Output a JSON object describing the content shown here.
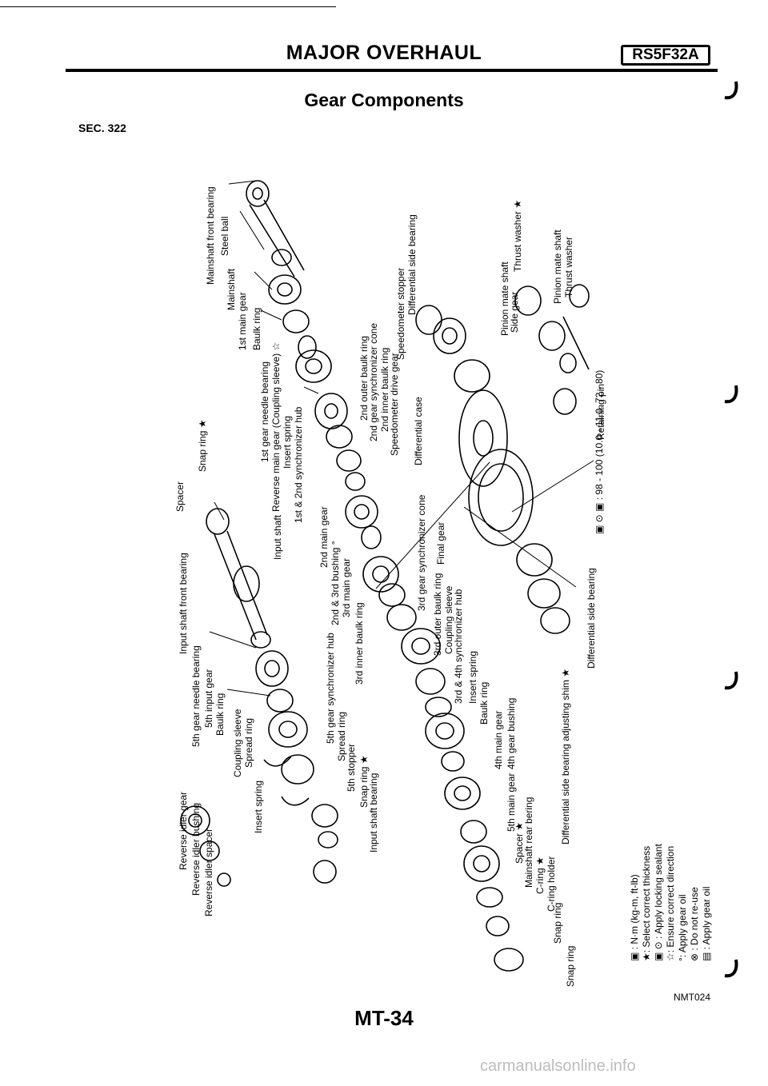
{
  "header": {
    "title": "MAJOR OVERHAUL",
    "model": "RS5F32A",
    "subtitle": "Gear Components",
    "section": "SEC. 322"
  },
  "footer": {
    "page": "MT-34",
    "figure_code": "NMT024",
    "watermark": "carmanualsonline.info"
  },
  "torque_spec": {
    "value": ": 98 - 100",
    "value_alt": "(10.0 - 11.0, 72 - 80)"
  },
  "labels": {
    "mainshaft_front_bearing": "Mainshaft front bearing",
    "steel_ball": "Steel ball",
    "mainshaft": "Mainshaft",
    "first_main_gear": "1st main gear",
    "baulk_ring_1": "Baulk ring",
    "first_gear_needle_bearing": "1st gear needle bearing",
    "reverse_main_gear": "Reverse main gear (Coupling sleeve) ☆",
    "insert_spring_1": "Insert spring",
    "first_second_sync_hub": "1st & 2nd synchronizer hub",
    "snap_ring_top": "Snap ring ★",
    "spacer_top": "Spacer",
    "input_shaft": "Input shaft",
    "second_main_gear": "2nd main gear",
    "second_third_bushing": "2nd & 3rd bushing °",
    "third_main_gear": "3rd main gear",
    "third_inner_baulk_ring": "3rd inner baulk ring",
    "second_outer_baulk_ring": "2nd outer baulk ring",
    "second_gear_sync_cone": "2nd gear synchronizer cone",
    "second_inner_baulk_ring": "2nd inner baulk ring",
    "speedometer_drive_gear": "Speedometer drive gear",
    "speedometer_stopper": "Speedometer stopper",
    "differential_side_bearing_top": "Differential side bearing",
    "differential_case": "Differential case",
    "thrust_washer_1": "Thrust washer ★",
    "pinion_mate_shaft_1": "Pinion mate shaft",
    "side_gear": "Side gear",
    "pinion_mate_shaft_2": "Pinion mate shaft",
    "thrust_washer_2": "Thrust washer",
    "retaining_pin": "Retaining pin",
    "input_shaft_front_bearing": "Input shaft front bearing",
    "fifth_gear_needle_bearing": "5th gear needle bearing",
    "fifth_input_gear": "5th input gear",
    "baulk_ring_2": "Baulk ring",
    "coupling_sleeve_1": "Coupling sleeve",
    "spread_ring_1": "Spread ring",
    "insert_spring_2": "Insert spring",
    "reverse_idler_gear": "Reverse idler gear",
    "reverse_idler_bushing": "Reverse idler bushing",
    "reverse_idler_spacer": "Reverse idler spacer",
    "fifth_gear_sync_hub": "5th gear synchronizer hub",
    "spread_ring_2": "Spread ring",
    "fifth_stopper": "5th stopper",
    "snap_ring_mid": "Snap ring ★",
    "input_shaft_bearing": "Input shaft bearing",
    "third_gear_sync_cone": "3rd gear synchronizer cone",
    "final_gear": "Final gear",
    "third_outer_baulk_ring": "3rd outer baulk ring",
    "coupling_sleeve_2": "Coupling sleeve",
    "third_fourth_sync_hub": "3rd & 4th synchronizer hub",
    "insert_spring_3": "Insert spring",
    "baulk_ring_3": "Baulk ring",
    "fourth_main_gear": "4th main gear",
    "fourth_gear_bushing": "4th gear bushing",
    "fifth_main_gear": "5th main gear",
    "spacer_bottom": "Spacer ★",
    "mainshaft_rear_bearing": "Mainshaft rear bering",
    "c_ring": "C-ring ★",
    "c_ring_holder": "C-ring holder",
    "snap_ring_low": "Snap ring",
    "snap_ring_bottom": "Snap ring",
    "differential_side_bearing_shim": "Differential side bearing adjusting shim ★",
    "differential_side_bearing_bottom": "Differential side bearing"
  },
  "legend": [
    {
      "symbol": "torque",
      "text": ": N·m (kg-m, ft-lb)"
    },
    {
      "symbol": "★",
      "text": ": Select correct thickness"
    },
    {
      "symbol": "sealant",
      "text": ": Apply locking sealant"
    },
    {
      "symbol": "☆",
      "text": ": Ensure correct direction"
    },
    {
      "symbol": "°",
      "text": ": Apply gear oil"
    },
    {
      "symbol": "no-reuse",
      "text": ": Do not re-use"
    },
    {
      "symbol": "oil",
      "text": ": Apply gear oil"
    }
  ]
}
